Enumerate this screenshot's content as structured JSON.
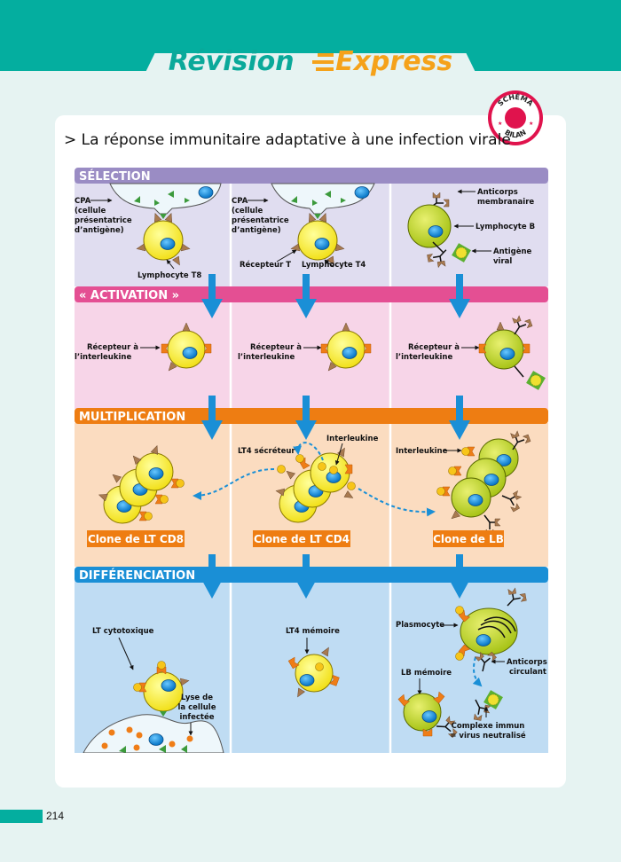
{
  "header": {
    "brand_part1": "Révision",
    "brand_part2": "Express",
    "stamp_top": "SCHÉMA",
    "stamp_bottom": "BILAN"
  },
  "title": "> La réponse immunitaire adaptative à une infection virale",
  "colors": {
    "teal": "#04ae9f",
    "orange_brand": "#f5a21a",
    "selection": "#9a8cc4",
    "activation": "#e44f93",
    "multiplication": "#ee7d12",
    "differenciation": "#1a8fd6",
    "arrow_blue": "#1a8fd6",
    "stamp_red": "#e0134d"
  },
  "stages": [
    {
      "name": "SÉLECTION"
    },
    {
      "name": "« ACTIVATION »"
    },
    {
      "name": "MULTIPLICATION"
    },
    {
      "name": "DIFFÉRENCIATION"
    }
  ],
  "selection": {
    "col1": {
      "cpa_l1": "CPA",
      "cpa_l2": "(cellule",
      "cpa_l3": "présentatrice",
      "cpa_l4": "d’antigène)",
      "cell": "Lymphocyte T8"
    },
    "col2": {
      "cpa_l1": "CPA",
      "cpa_l2": "(cellule",
      "cpa_l3": "présentatrice",
      "cpa_l4": "d’antigène)",
      "receptor": "Récepteur T",
      "cell": "Lymphocyte T4"
    },
    "col3": {
      "antibody_l1": "Anticorps",
      "antibody_l2": "membranaire",
      "cell": "Lymphocyte B",
      "antigen_l1": "Antigène",
      "antigen_l2": "viral"
    }
  },
  "activation": {
    "receptor_l1": "Récepteur à",
    "receptor_l2": "l’interleukine"
  },
  "multiplication": {
    "lt4_secretor": "LT4 sécréteur",
    "interleukine": "Interleukine",
    "interleukine_b": "Interleukine",
    "clone_cd8": "Clone de LT CD8",
    "clone_cd4": "Clone de LT CD4",
    "clone_lb": "Clone de LB"
  },
  "differenciation": {
    "lt_cytotoxic": "LT cytotoxique",
    "lysis_l1": "Lyse de",
    "lysis_l2": "la cellule",
    "lysis_l3": "infectée",
    "lt4_memory": "LT4 mémoire",
    "plasmocyte": "Plasmocyte",
    "antibody_l1": "Anticorps",
    "antibody_l2": "circulant",
    "lb_memory": "LB mémoire",
    "complex_l1": "Complexe immun",
    "complex_l2": "= virus neutralisé"
  },
  "page_number": "214"
}
